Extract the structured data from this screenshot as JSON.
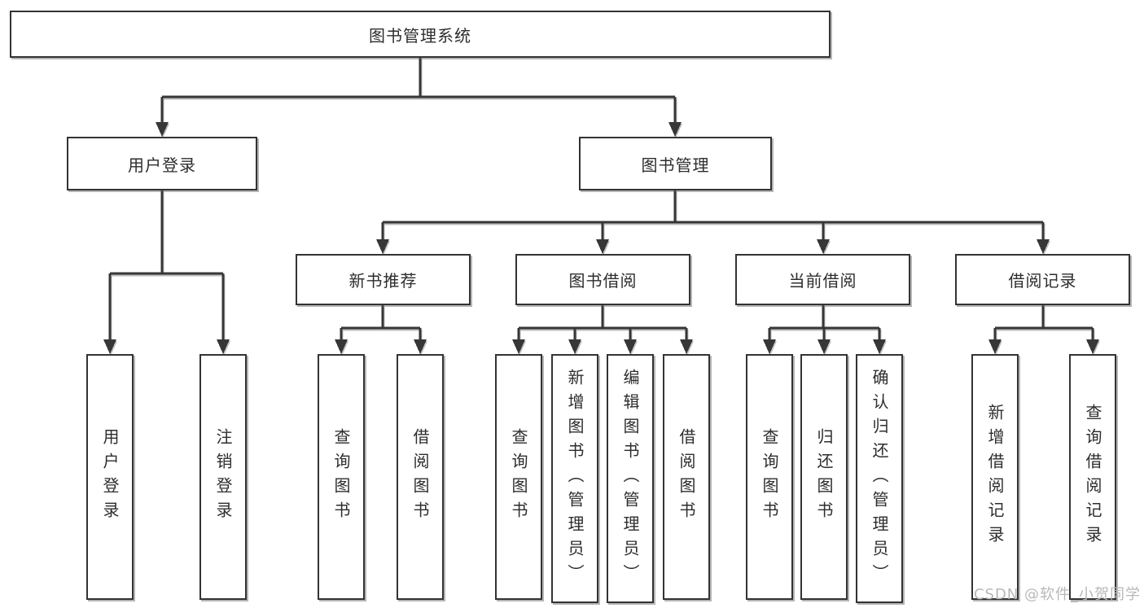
{
  "diagram": {
    "root": {
      "label": "图书管理系统"
    },
    "level2": [
      {
        "label": "用户登录"
      },
      {
        "label": "图书管理"
      }
    ],
    "level3": [
      {
        "label": "新书推荐",
        "parent": "图书管理"
      },
      {
        "label": "图书借阅",
        "parent": "图书管理"
      },
      {
        "label": "当前借阅",
        "parent": "图书管理"
      },
      {
        "label": "借阅记录",
        "parent": "图书管理"
      }
    ],
    "leaves": [
      {
        "label": "用户登录",
        "parent": "用户登录"
      },
      {
        "label": "注销登录",
        "parent": "用户登录"
      },
      {
        "label": "查询图书",
        "parent": "新书推荐"
      },
      {
        "label": "借阅图书",
        "parent": "新书推荐"
      },
      {
        "label": "查询图书",
        "parent": "图书借阅"
      },
      {
        "label": "新增图书（管理员）",
        "parent": "图书借阅"
      },
      {
        "label": "编辑图书（管理员）",
        "parent": "图书借阅"
      },
      {
        "label": "借阅图书",
        "parent": "图书借阅"
      },
      {
        "label": "查询图书",
        "parent": "当前借阅"
      },
      {
        "label": "归还图书",
        "parent": "当前借阅"
      },
      {
        "label": "确认归还（管理员）",
        "parent": "当前借阅"
      },
      {
        "label": "新增借阅记录",
        "parent": "借阅记录"
      },
      {
        "label": "查询借阅记录",
        "parent": "借阅记录"
      }
    ]
  },
  "watermark": {
    "text": "CSDN @软件_小贺同学"
  },
  "colors": {
    "line": "#373737",
    "box_border": "#333333",
    "box_background": "#ffffff",
    "text": "#2d2d2d",
    "watermark": "#b8b8b8",
    "background": "#ffffff"
  }
}
